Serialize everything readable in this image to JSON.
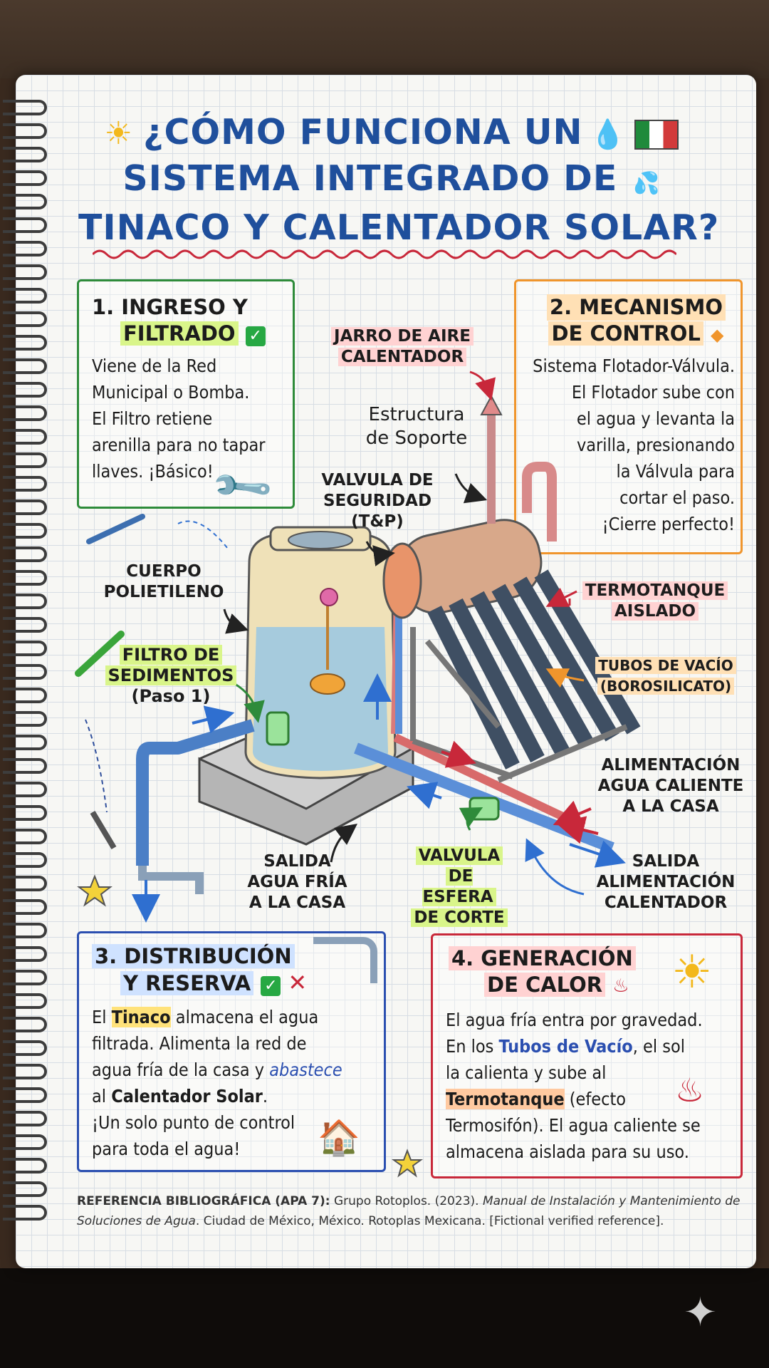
{
  "title": {
    "line1": "¿CÓMO FUNCIONA UN",
    "line2": "SISTEMA INTEGRADO DE",
    "line3": "TINACO Y CALENTADOR SOLAR?"
  },
  "box1": {
    "title_line1": "1. INGRESO Y",
    "title_line2": "FILTRADO",
    "body": [
      "Viene de la Red",
      "Municipal o Bomba.",
      "El Filtro retiene",
      "arenilla para no tapar",
      "llaves. ¡Básico!"
    ]
  },
  "box2": {
    "title_line1": "2. MECANISMO",
    "title_line2": "DE CONTROL",
    "body": [
      "Sistema Flotador-Válvula.",
      "El Flotador sube con",
      "el agua y levanta la",
      "varilla, presionando",
      "la Válvula para",
      "cortar el paso.",
      "¡Cierre perfecto!"
    ]
  },
  "box3": {
    "title_line1": "3. DISTRIBUCIÓN",
    "title_line2": "Y RESERVA",
    "body_parts": {
      "a": "El ",
      "tinaco": "Tinaco",
      "b": " almacena el agua",
      "c": "filtrada. Alimenta la red de",
      "d": "agua fría de la casa y ",
      "abastece": "abastece",
      "e": "al ",
      "calentador": "Calentador Solar",
      "f": ".",
      "g": "¡Un solo punto de control",
      "h": "para toda el agua!"
    }
  },
  "box4": {
    "title_line1": "4. GENERACIÓN",
    "title_line2": "DE CALOR",
    "body_parts": {
      "a": "El agua fría entra por gravedad.",
      "b": "En los ",
      "tubos": "Tubos de Vacío",
      "c": ", el sol",
      "d": "la calienta y sube al",
      "termo": "Termotanque",
      "e": " (efecto",
      "f": "Termosifón). El agua caliente se",
      "g": "almacena aislada para su uso."
    }
  },
  "labels": {
    "jarro": [
      "JARRO DE AIRE",
      "CALENTADOR"
    ],
    "estructura": [
      "Estructura",
      "de Soporte"
    ],
    "valvula_seg": [
      "VALVULA DE",
      "SEGURIDAD",
      "(T&P)"
    ],
    "cuerpo": [
      "CUERPO",
      "POLIETILENO"
    ],
    "termotanque": [
      "TERMOTANQUE",
      "AISLADO"
    ],
    "tubos": [
      "TUBOS DE VACÍO",
      "(BOROSILICATO)"
    ],
    "filtro": [
      "FILTRO DE",
      "SEDIMENTOS",
      "(Paso 1)"
    ],
    "alimentacion": [
      "ALIMENTACIÓN",
      "AGUA CALIENTE",
      "A LA CASA"
    ],
    "salida_fria": [
      "SALIDA",
      "AGUA FRÍA",
      "A LA CASA"
    ],
    "valvula_esfera": [
      "VALVULA",
      "DE ESFERA",
      "DE CORTE"
    ],
    "salida_alim": [
      "SALIDA",
      "ALIMENTACIÓN",
      "CALENTADOR"
    ]
  },
  "reference": {
    "label": "REFERENCIA BIBLIOGRÁFICA (APA 7):",
    "text1": " Grupo Rotoplos. (2023). ",
    "italic1": "Manual de Instalación y Mantenimiento de Soluciones de Agua",
    "text2": ". Ciudad de México, México. Rotoplas Mexicana. [Fictional verified reference]."
  },
  "colors": {
    "title": "#1f4f9c",
    "box1": "#2e8b3a",
    "box2": "#f0952c",
    "box3": "#2b4fb0",
    "box4": "#c8283a"
  }
}
